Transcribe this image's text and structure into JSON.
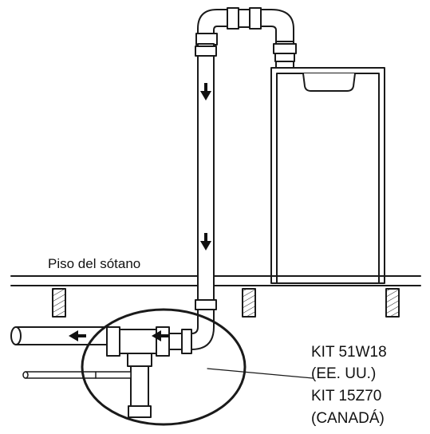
{
  "labels": {
    "floor": "Piso del sótano",
    "kit_us": "KIT 51W18",
    "kit_us_region": "(EE. UU.)",
    "kit_ca": "KIT 15Z70",
    "kit_ca_region": "(CANADÁ)"
  },
  "colors": {
    "stroke": "#1a1a1a",
    "fill": "#ffffff"
  },
  "icons": [
    "down-arrow-icon",
    "left-arrow-icon"
  ]
}
